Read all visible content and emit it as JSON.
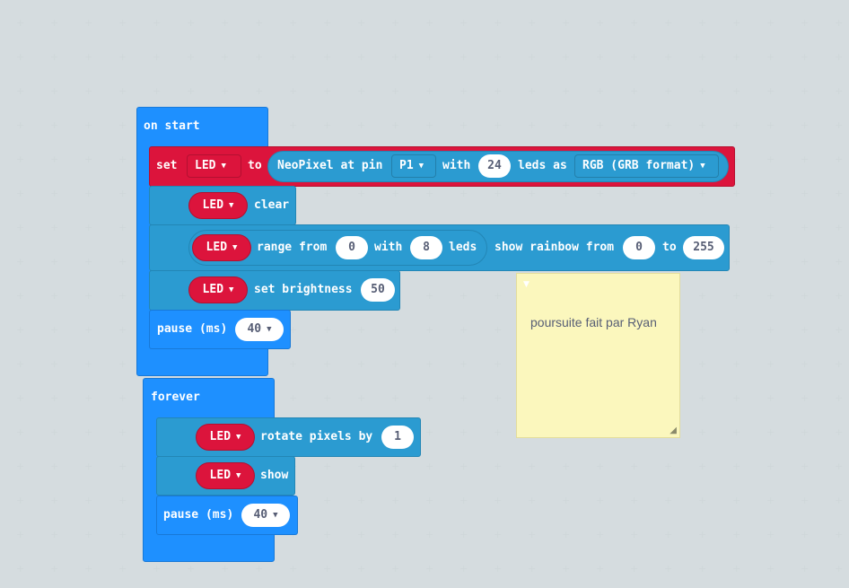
{
  "on_start": {
    "header": "on start",
    "set_block": {
      "set": "set",
      "var": "LED",
      "to": "to",
      "neopixel": "NeoPixel at pin",
      "pin": "P1",
      "with": "with",
      "count": "24",
      "leds_as": "leds as",
      "format": "RGB (GRB format)"
    },
    "clear_block": {
      "var": "LED",
      "label": "clear"
    },
    "rainbow_block": {
      "var": "LED",
      "range_from": "range from",
      "from": "0",
      "with": "with",
      "count": "8",
      "leds": "leds",
      "show_rainbow": "show rainbow from",
      "start": "0",
      "to": "to",
      "end": "255"
    },
    "brightness_block": {
      "var": "LED",
      "label": "set brightness",
      "value": "50"
    },
    "pause_block": {
      "label": "pause (ms)",
      "value": "40"
    }
  },
  "forever": {
    "header": "forever",
    "rotate_block": {
      "var": "LED",
      "label": "rotate pixels by",
      "value": "1"
    },
    "show_block": {
      "var": "LED",
      "label": "show"
    },
    "pause_block": {
      "label": "pause (ms)",
      "value": "40"
    }
  },
  "comment": {
    "text": "poursuite fait par Ryan"
  },
  "colors": {
    "event": "#1e90ff",
    "neopixel": "#2b9bd1",
    "variable": "#dc143c",
    "comment": "#fbf7bd",
    "workspace": "#ecf0f1"
  },
  "icons": {
    "dropdown": "dropdown-arrow-icon",
    "resize": "resize-handle-icon",
    "collapse": "comment-collapse-icon"
  }
}
